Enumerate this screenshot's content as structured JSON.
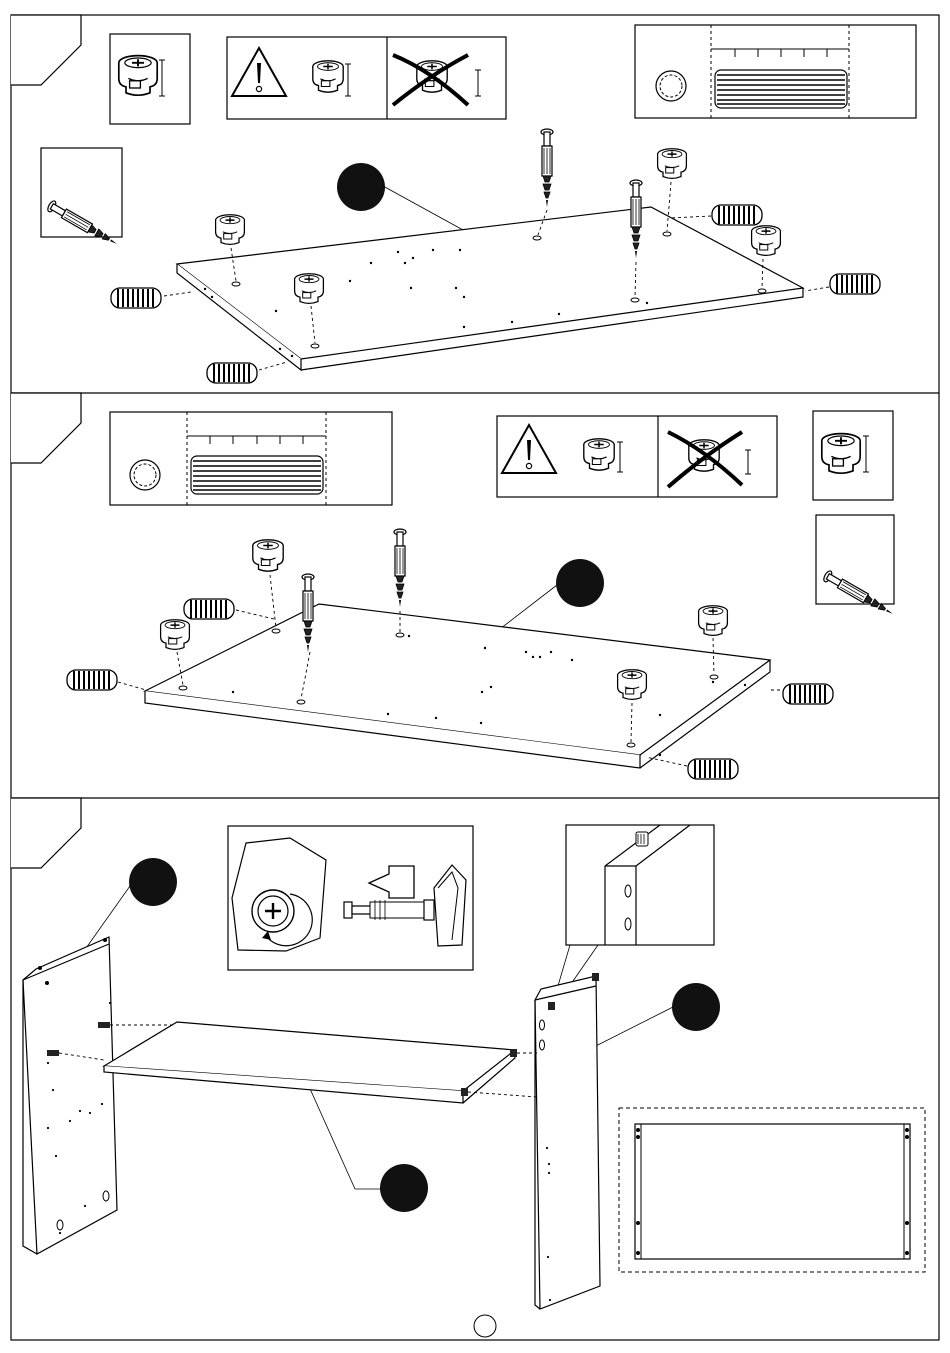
{
  "page": {
    "steps": [
      {
        "id": "step-1",
        "step_number": ""
      },
      {
        "id": "step-2",
        "step_number": ""
      },
      {
        "id": "step-3",
        "step_number": ""
      }
    ],
    "page_number": ""
  },
  "icons": {
    "warning": "warning-triangle-icon",
    "cam_lock": "cam-lock-icon",
    "cam_bolt": "cam-bolt-icon",
    "dowel": "wooden-dowel-icon",
    "screwdriver": "phillips-screwdriver-icon",
    "push_arrow": "push-arrow-icon"
  },
  "colors": {
    "ink": "#000000",
    "paper": "#ffffff",
    "callout": "#111111"
  }
}
